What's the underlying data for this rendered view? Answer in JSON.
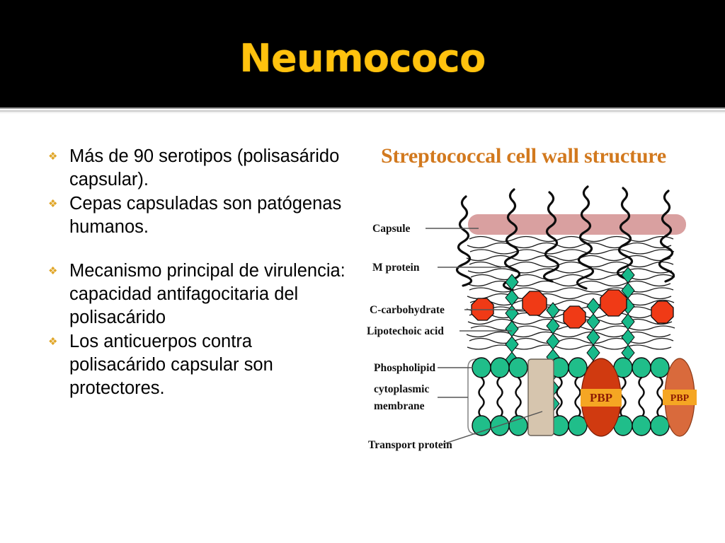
{
  "slide": {
    "title": "Neumococo",
    "title_color": "#FFC20E",
    "header_bg": "#000000",
    "background": "#ffffff"
  },
  "bullets": {
    "marker_glyph": "❖",
    "marker_color": "#E0A526",
    "items": [
      {
        "text": "Más de 90 serotipos (polisasárido capsular)."
      },
      {
        "text": "Cepas capsuladas son patógenas humanos."
      },
      {
        "text": "Mecanismo principal de virulencia: capacidad antifagocitaria del polisacárido"
      },
      {
        "text": "Los anticuerpos contra polisacárido capsular son protectores."
      }
    ]
  },
  "figure": {
    "title": "Streptococcal cell wall structure",
    "title_color": "#D2791E",
    "labels": {
      "capsule": "Capsule",
      "m_protein": "M protein",
      "c_carbohydrate": "C-carbohydrate",
      "lipotechoic_acid": "Lipotechoic acid",
      "phospholipid": "Phospholipid",
      "cytoplasmic_membrane_line1": "cytoplasmic",
      "cytoplasmic_membrane_line2": "membrane",
      "transport_protein": "Transport protein"
    },
    "pbp": {
      "label_left": "PBP",
      "label_right": "PBP"
    },
    "colors": {
      "capsule": "#D9A0A0",
      "cell_wall_line": "#1a1a1a",
      "c_carbohydrate": "#F03A16",
      "lipotechoic_diamond": "#18B98A",
      "phospholipid_head": "#20BE8A",
      "transport_protein": "#D6C5AE",
      "pbp_left": "#D03A10",
      "pbp_right": "#D96A3C",
      "pbp_badge": "#F5A623"
    }
  }
}
